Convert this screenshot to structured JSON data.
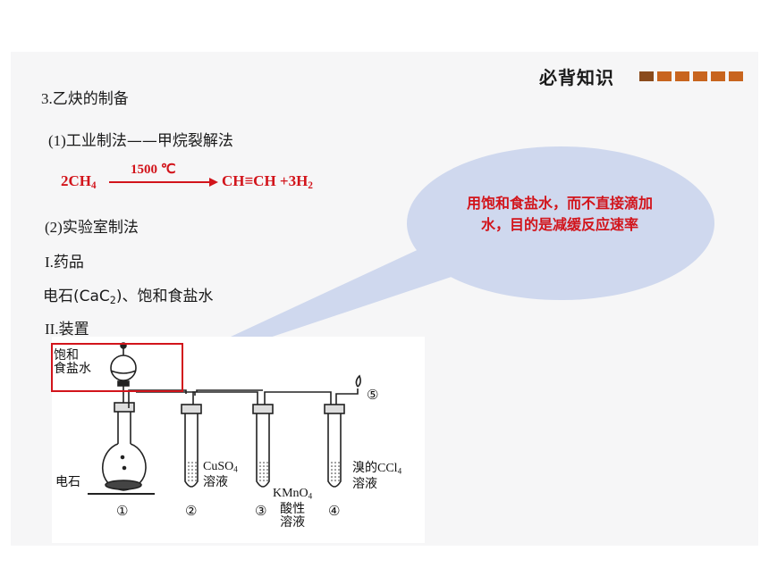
{
  "header": {
    "title": "必背知识",
    "square_colors": [
      "#8a4b1c",
      "#c8651e",
      "#c8651e",
      "#c8651e",
      "#c8651e",
      "#c8651e"
    ]
  },
  "content": {
    "section_title": "3.乙炔的制备",
    "industrial_prefix": "(1)",
    "industrial_text": "工业制法——甲烷裂解法",
    "equation": {
      "reactant_coef": "2CH",
      "reactant_sub": "4",
      "condition": "1500 ℃",
      "product": "CH≡CH +3H",
      "product_sub": "2"
    },
    "lab_prefix": "(2)",
    "lab_text": "实验室制法",
    "reagents_prefix": "I.",
    "reagents_title": "药品",
    "reagents_a": "电石(CaC",
    "reagents_a_sub": "2",
    "reagents_b": ")、饱和食盐水",
    "apparatus_prefix": "II.",
    "apparatus_title": "装置"
  },
  "callout": {
    "text": "用饱和食盐水，而不直接滴加水，目的是减缓反应速率",
    "fill": "#cfd8ee",
    "text_color": "#d2141b"
  },
  "apparatus": {
    "labels": {
      "saltwater_line1": "饱和",
      "saltwater_line2": "食盐水",
      "carbide": "电石",
      "cuso4": "CuSO",
      "cuso4_sub": "4",
      "cuso4_line2": "溶液",
      "kmno4": "KMnO",
      "kmno4_sub": "4",
      "kmno4_line2": "酸性",
      "kmno4_line3": "溶液",
      "br_ccl4": "溴的CCl",
      "br_ccl4_sub": "4",
      "br_ccl4_line2": "溶液"
    },
    "numbers": [
      "①",
      "②",
      "③",
      "④",
      "⑤"
    ],
    "highlight_color": "#d2141b"
  }
}
